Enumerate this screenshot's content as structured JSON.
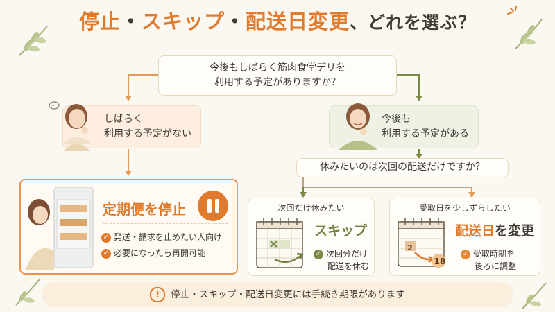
{
  "title": {
    "part1": "停止",
    "dot1": "・",
    "part2": "スキップ",
    "dot2": "・",
    "part3": "配送日変更",
    "tail": "、どれを選ぶ？"
  },
  "question_main": {
    "line1": "今後もしばらく筋肉食堂デリを",
    "line2": "利用する予定がありますか？"
  },
  "left_branch": {
    "line1": "しばらく",
    "line2": "利用する予定がない"
  },
  "right_branch": {
    "line1": "今後も",
    "line2": "利用する予定がある"
  },
  "question_sub": "休みたいのは次回の配送だけですか？",
  "stop_card": {
    "title": "定期便を停止",
    "items": [
      "発送・請求を止めたい人向け",
      "必要になったら再開可能"
    ]
  },
  "skip_card": {
    "header": "次回だけ休みたい",
    "title": "スキップ",
    "desc_line1": "次回分だけ",
    "desc_line2": "配送を休む"
  },
  "change_card": {
    "header": "受取日を少しずらしたい",
    "title_part1": "配送日",
    "title_part2": "を変更",
    "cal_from": "2",
    "cal_to": "18",
    "desc_line1": "受取時期を",
    "desc_line2": "後ろに調整"
  },
  "banner": {
    "icon": "!",
    "text": "停止・スキップ・配送日変更には手続き期限があります"
  },
  "colors": {
    "orange": "#e07b2e",
    "green": "#7a8a46",
    "peach_bg": "#fdeee0",
    "green_bg": "#eef1e3"
  },
  "icons": [
    "leaf-decoration-icon",
    "sparkle-icon",
    "thinking-person-icon",
    "smiling-person-icon",
    "pause-icon",
    "check-icon",
    "calendar-icon",
    "arrow-icon",
    "warning-icon",
    "fridge-icon"
  ]
}
